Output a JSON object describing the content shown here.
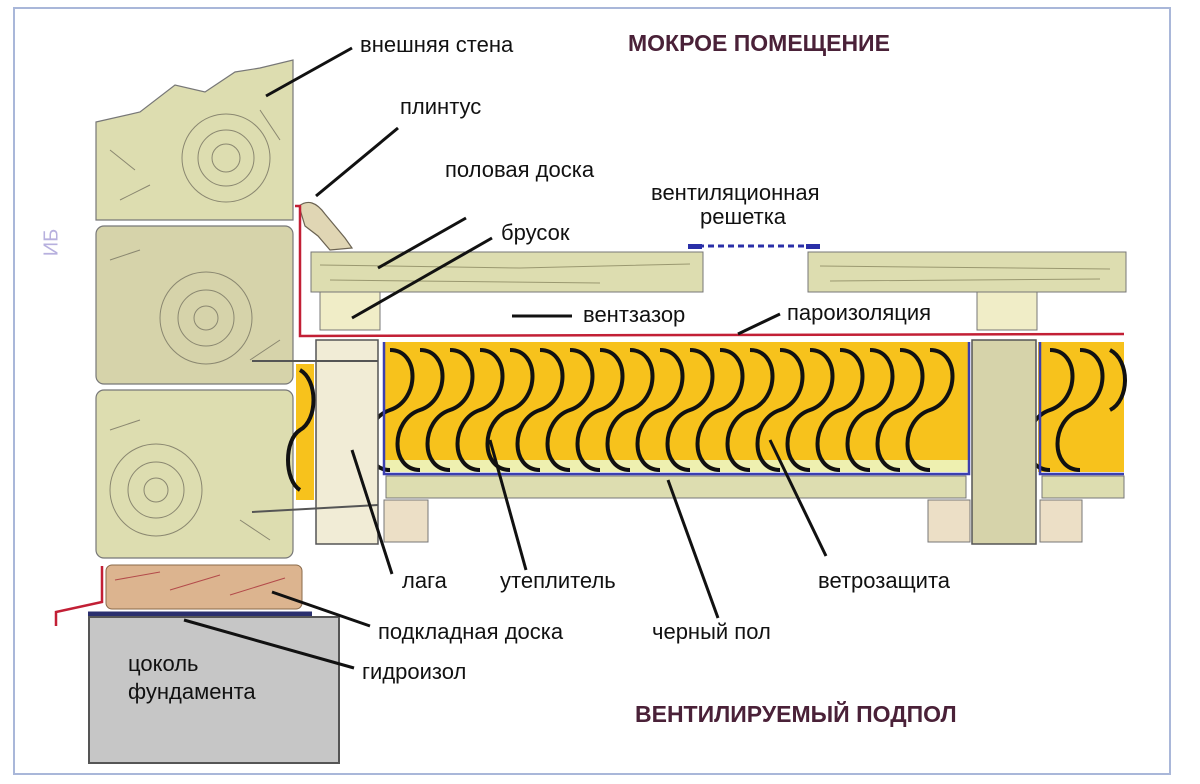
{
  "headers": {
    "top": "МОКРОЕ ПОМЕЩЕНИЕ",
    "bottom": "ВЕНТИЛИРУЕМЫЙ ПОДПОЛ"
  },
  "labels": {
    "outer_wall": "внешняя стена",
    "plinth": "плинтус",
    "floor_board": "половая доска",
    "vent_grille_line1": "вентиляционная",
    "vent_grille_line2": "решетка",
    "bar": "брусок",
    "vent_gap": "вентзазор",
    "vapor_barrier": "пароизоляция",
    "joist": "лага",
    "insulation": "утеплитель",
    "wind_barrier": "ветрозащита",
    "subfloor_board": "подкладная доска",
    "rough_floor": "черный пол",
    "waterproofing": "гидроизол",
    "plinth_foundation_line1": "цоколь",
    "plinth_foundation_line2": "фундамента"
  },
  "signature": "ИБ",
  "colors": {
    "frame": "#a9b7d9",
    "wood": "#ddddb0",
    "wood_dark": "#d6d3aa",
    "lag_wood": "#f1ecd6",
    "insulation": "#f7c21c",
    "vapor": "#c21f35",
    "wind": "#3b3fb0",
    "concrete": "#c6c6c6",
    "sub_board": "#dcb48f",
    "header": "#4a2138"
  }
}
